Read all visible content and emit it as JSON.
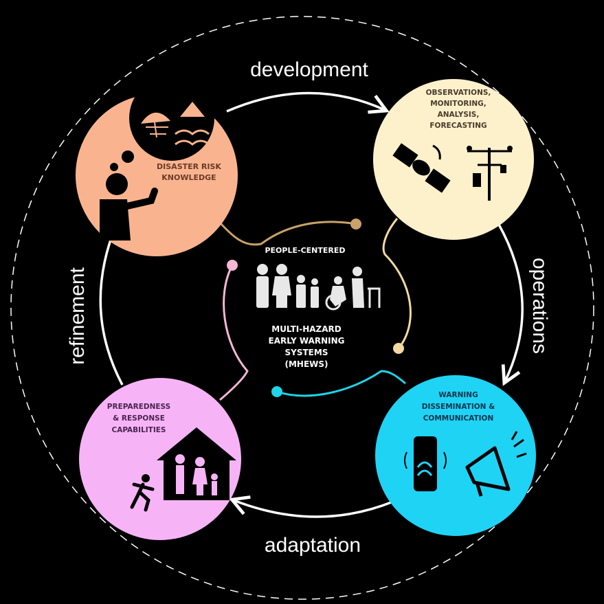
{
  "diagram": {
    "cycle_labels": {
      "top": "development",
      "right": "operations",
      "bottom": "adaptation",
      "left": "refinement"
    },
    "nodes": [
      {
        "id": "risk",
        "lines": [
          "DISASTER RISK",
          "KNOWLEDGE"
        ],
        "color": "#f9b48f"
      },
      {
        "id": "obs",
        "lines": [
          "OBSERVATIONS,",
          "MONITORING,",
          "ANALYSIS,",
          "FORECASTING"
        ],
        "color": "#fdf1cc"
      },
      {
        "id": "warn",
        "lines": [
          "WARNING",
          "DISSEMINATION &",
          "COMMUNICATION"
        ],
        "color": "#1fd3f5"
      },
      {
        "id": "prep",
        "lines": [
          "PREPAREDNESS",
          "& RESPONSE",
          "CAPABILITIES"
        ],
        "color": "#f6b4f7"
      }
    ],
    "center": {
      "top_label": "PEOPLE-CENTERED",
      "title_lines": [
        "MULTI-HAZARD",
        "EARLY WARNING",
        "SYSTEMS",
        "(MHEWS)"
      ]
    },
    "colors": {
      "background": "#000000",
      "dashed_ring": "#ffffff",
      "connector_risk": "#c8a26a",
      "connector_obs": "#f1d9a0",
      "connector_warn": "#1fd3e8",
      "connector_prep": "#f2b7d4"
    }
  }
}
